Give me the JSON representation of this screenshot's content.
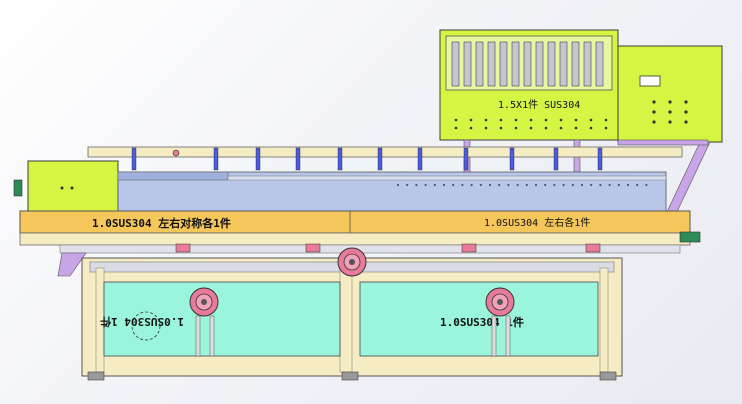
{
  "labels": {
    "cabinet_label": "1.5X1件 SUS304",
    "rail_left_label": "1.0SUS304 左右对称各1件",
    "rail_right_label": "1.0SUS304 左右各1件",
    "tank_left_label": "1.0SUS304 1件",
    "tank_right_label": "1.0SUS304 1件"
  },
  "colors": {
    "panel_green": "#d4f542",
    "rail_orange": "#f5c65a",
    "tank_cyan": "#9af5dc",
    "frame_cream": "#f5ecc3",
    "hood_blue": "#b8c6ea",
    "support_purple": "#c9a4e6",
    "motor_pink": "#e87b9a",
    "nozzle_blue": "#4a5be0"
  },
  "icons": [
    "motor-icon",
    "vent-slot-icon",
    "button-dot-icon",
    "nozzle-icon"
  ]
}
